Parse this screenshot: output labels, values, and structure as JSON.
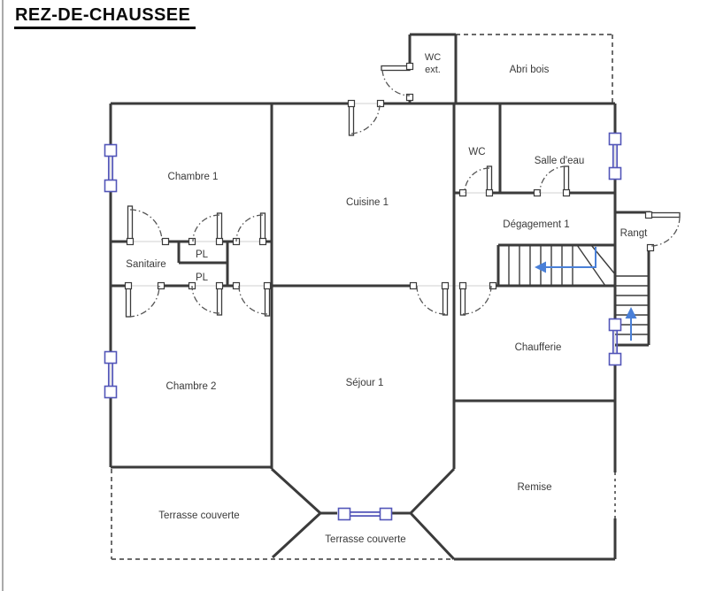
{
  "title": "REZ-DE-CHAUSSEE",
  "rooms": {
    "chambre1": "Chambre 1",
    "cuisine1": "Cuisine 1",
    "wc": "WC",
    "salle_deau": "Salle d'eau",
    "degagement1": "Dégagement 1",
    "rangt": "Rangt",
    "sanitaire": "Sanitaire",
    "pl_haut": "PL",
    "pl_bas": "PL",
    "chambre2": "Chambre 2",
    "sejour1": "Séjour 1",
    "chaufferie": "Chaufferie",
    "remise": "Remise",
    "terrasse_gauche": "Terrasse couverte",
    "terrasse_centre": "Terrasse couverte",
    "abri_bois": "Abri bois",
    "wc_ext_ligne1": "WC",
    "wc_ext_ligne2": "ext."
  },
  "colors": {
    "wall": "#3b3b3b",
    "window": "#5255b8",
    "stair_arrow": "#4a80d8",
    "door_arc": "#555555",
    "dashed_boundary": "#555555",
    "guide_line": "#d9d9d9"
  }
}
